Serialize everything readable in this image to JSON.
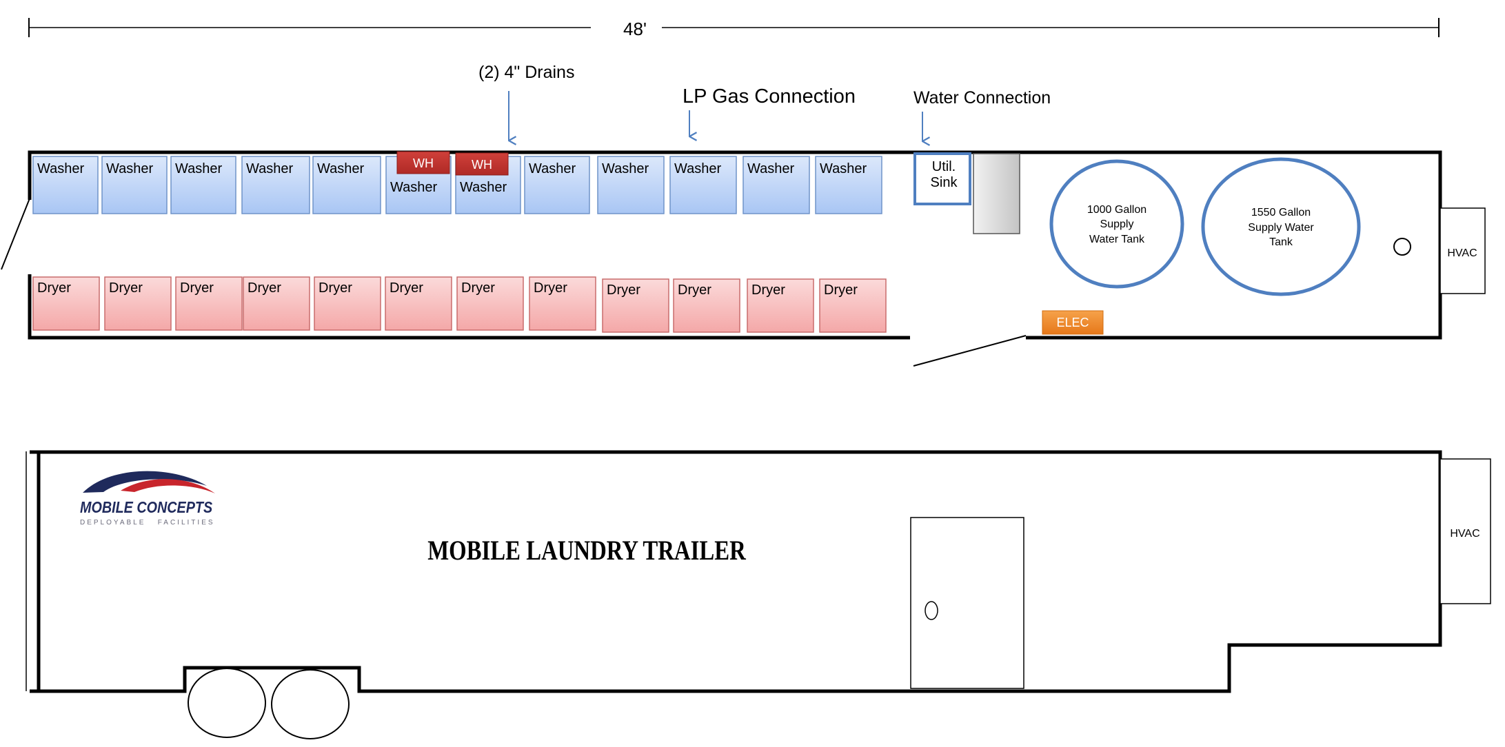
{
  "dimension": {
    "label": "48'"
  },
  "callouts": {
    "drains": "(2) 4\" Drains",
    "lp_gas": "LP Gas Connection",
    "water": "Water Connection"
  },
  "washers": {
    "label": "Washer",
    "count": 12,
    "water_heater_label": "WH",
    "water_heater_count": 2
  },
  "dryers": {
    "label": "Dryer",
    "count": 12
  },
  "sink": {
    "line1": "Util.",
    "line2": "Sink"
  },
  "tanks": [
    {
      "lines": [
        "1000 Gallon",
        "Supply",
        "Water Tank"
      ]
    },
    {
      "lines": [
        "1550 Gallon",
        "Supply Water",
        "Tank"
      ]
    }
  ],
  "hvac": {
    "label": "HVAC"
  },
  "elec": {
    "label": "ELEC"
  },
  "logo": {
    "name": "MOBILE CONCEPTS",
    "tagline": "DEPLOYABLE   FACILITIES"
  },
  "side_view": {
    "title": "MOBILE LAUNDRY TRAILER"
  },
  "colors": {
    "washer_fill_top": "#dce8fb",
    "washer_fill_bottom": "#a9c6f4",
    "washer_stroke": "#6f93c8",
    "dryer_fill_top": "#fbdada",
    "dryer_fill_bottom": "#f4a8a8",
    "dryer_stroke": "#c86c6c",
    "wh_fill": "#c0302b",
    "elec_fill": "#f0861f",
    "tank_stroke": "#4f7fc0",
    "arrow": "#4f7fc0",
    "logo_navy": "#1f2a5c",
    "logo_red": "#c8252c"
  }
}
